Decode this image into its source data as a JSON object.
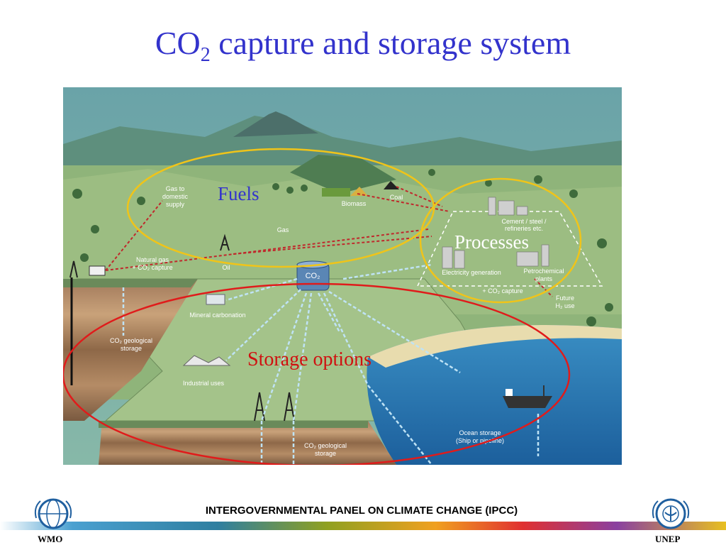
{
  "slide": {
    "title_prefix": "CO",
    "title_sub": "2",
    "title_suffix": " capture and storage system"
  },
  "overlays": {
    "fuels": "Fuels",
    "processes": "Processes",
    "storage_options": "Storage options"
  },
  "diagram_labels": {
    "gas_to_domestic": [
      "Gas to",
      "domestic",
      "supply"
    ],
    "gas": "Gas",
    "biomass": "Biomass",
    "coal": "Coal",
    "natural_gas": [
      "Natural gas",
      "+ CO₂ capture"
    ],
    "oil": "Oil",
    "co2_hub": "CO₂",
    "cement": [
      "Cement / steel /",
      "refineries etc."
    ],
    "electricity": "Electricity generation",
    "petrochemical": [
      "Petrochemical",
      "plants"
    ],
    "co2_capture": "+ CO₂ capture",
    "future_h2": [
      "Future",
      "H₂ use"
    ],
    "mineral_carbonation": "Mineral carbonation",
    "geo_storage_left": [
      "CO₂ geological",
      "storage"
    ],
    "industrial_uses": "Industrial uses",
    "geo_storage_bottom": [
      "CO₂ geological",
      "storage"
    ],
    "ocean_storage": [
      "Ocean storage",
      "(Ship or pipeline)"
    ]
  },
  "footer": {
    "ipcc": "INTERGOVERNMENTAL PANEL ON CLIMATE CHANGE (IPCC)",
    "wmo": "WMO",
    "unep": "UNEP"
  },
  "colors": {
    "title": "#3333cc",
    "fuels_ring": "#f0c419",
    "storage_ring": "#e01b1b",
    "fuels_text": "#3333cc",
    "storage_text": "#d01010"
  },
  "icons": [
    "globe-icon",
    "unep-globe-icon"
  ]
}
